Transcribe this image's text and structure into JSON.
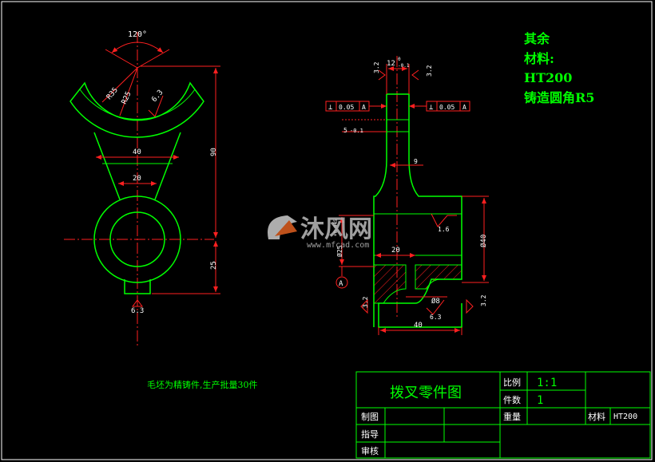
{
  "notes": {
    "line1": "其余",
    "line2": "材料:",
    "line3": "HT200",
    "line4": "铸造圆角R5"
  },
  "footnote": "毛坯为精铸件,生产批量30件",
  "watermark": {
    "brand": "沐风网",
    "url": "www.mfcad.com"
  },
  "left_view": {
    "angle": "120°",
    "radius1": "R35",
    "radius2": "R25",
    "rough1": "6.3",
    "width_top": "40",
    "width_neck": "20",
    "height_total": "90",
    "height_low": "25",
    "rough_bottom": "6.3"
  },
  "right_view": {
    "slot_width": "12",
    "slot_tol_upper": "0",
    "slot_tol_lower": "-0.1",
    "rough_left": "3.2",
    "rough_right": "3.2",
    "fcf_left": {
      "symbol": "⊥",
      "tolerance": "0.05",
      "datum": "A"
    },
    "fcf_right": {
      "symbol": "⊥",
      "tolerance": "0.05",
      "datum": "A"
    },
    "step_dim": "5",
    "step_tol": "-0.1",
    "neck_dim": "9",
    "rough_mid": "1.6",
    "bore_dim": "Ø40",
    "inner_dim": "Ø25",
    "inner_tol": "+0.045",
    "depth_dim": "20",
    "datum_label": "A",
    "rough_lower_left": "3.2",
    "rough_lower_right": "3.2",
    "hole_dim": "Ø8",
    "rough_hole": "6.3",
    "base_width": "40"
  },
  "title_block": {
    "drawing_name": "拨叉零件图",
    "scale_label": "比例",
    "scale_value": "1:1",
    "qty_label": "件数",
    "qty_value": "1",
    "draw_label": "制图",
    "weight_label": "重量",
    "material_label": "材料",
    "material_value": "HT200",
    "guide_label": "指导",
    "review_label": "审核"
  },
  "colors": {
    "outline": "#00ff00",
    "dimension": "#ff2020",
    "notes": "#00ff00",
    "frame": "#ffffff",
    "hatch": "#ff2020",
    "text_white": "#ffffff"
  }
}
